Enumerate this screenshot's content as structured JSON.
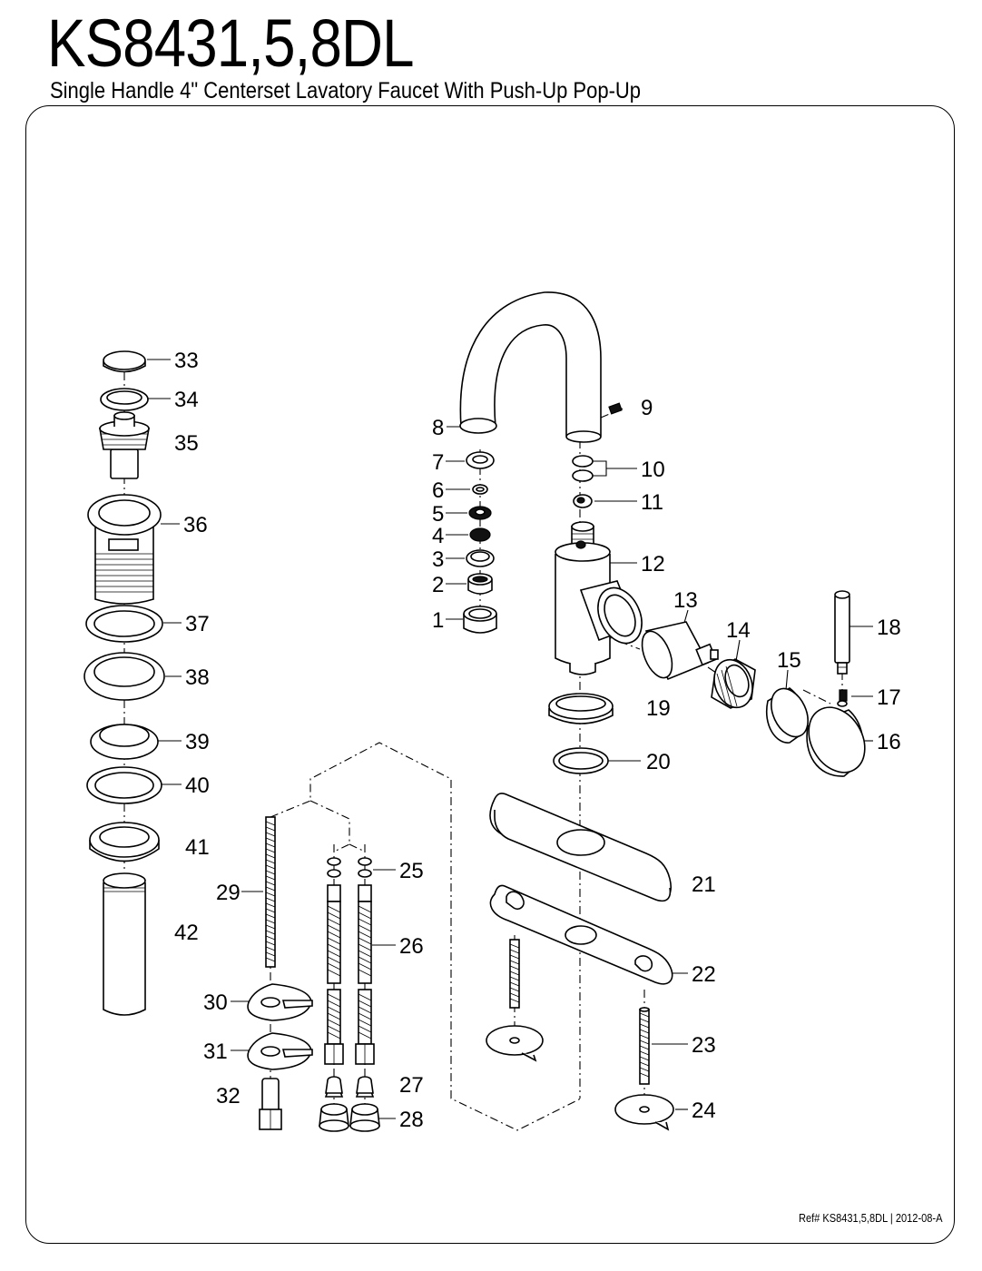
{
  "header": {
    "model": "KS8431,5,8DL",
    "description": "Single Handle 4\" Centerset Lavatory Faucet With Push-Up Pop-Up"
  },
  "footer": {
    "reference": "Ref# KS8431,5,8DL | 2012-08-A"
  },
  "part_numbers": {
    "p1": "1",
    "p2": "2",
    "p3": "3",
    "p4": "4",
    "p5": "5",
    "p6": "6",
    "p7": "7",
    "p8": "8",
    "p9": "9",
    "p10": "10",
    "p11": "11",
    "p12": "12",
    "p13": "13",
    "p14": "14",
    "p15": "15",
    "p16": "16",
    "p17": "17",
    "p18": "18",
    "p19": "19",
    "p20": "20",
    "p21": "21",
    "p22": "22",
    "p23": "23",
    "p24": "24",
    "p25": "25",
    "p26": "26",
    "p27": "27",
    "p28": "28",
    "p29": "29",
    "p30": "30",
    "p31": "31",
    "p32": "32",
    "p33": "33",
    "p34": "34",
    "p35": "35",
    "p36": "36",
    "p37": "37",
    "p38": "38",
    "p39": "39",
    "p40": "40",
    "p41": "41",
    "p42": "42"
  }
}
